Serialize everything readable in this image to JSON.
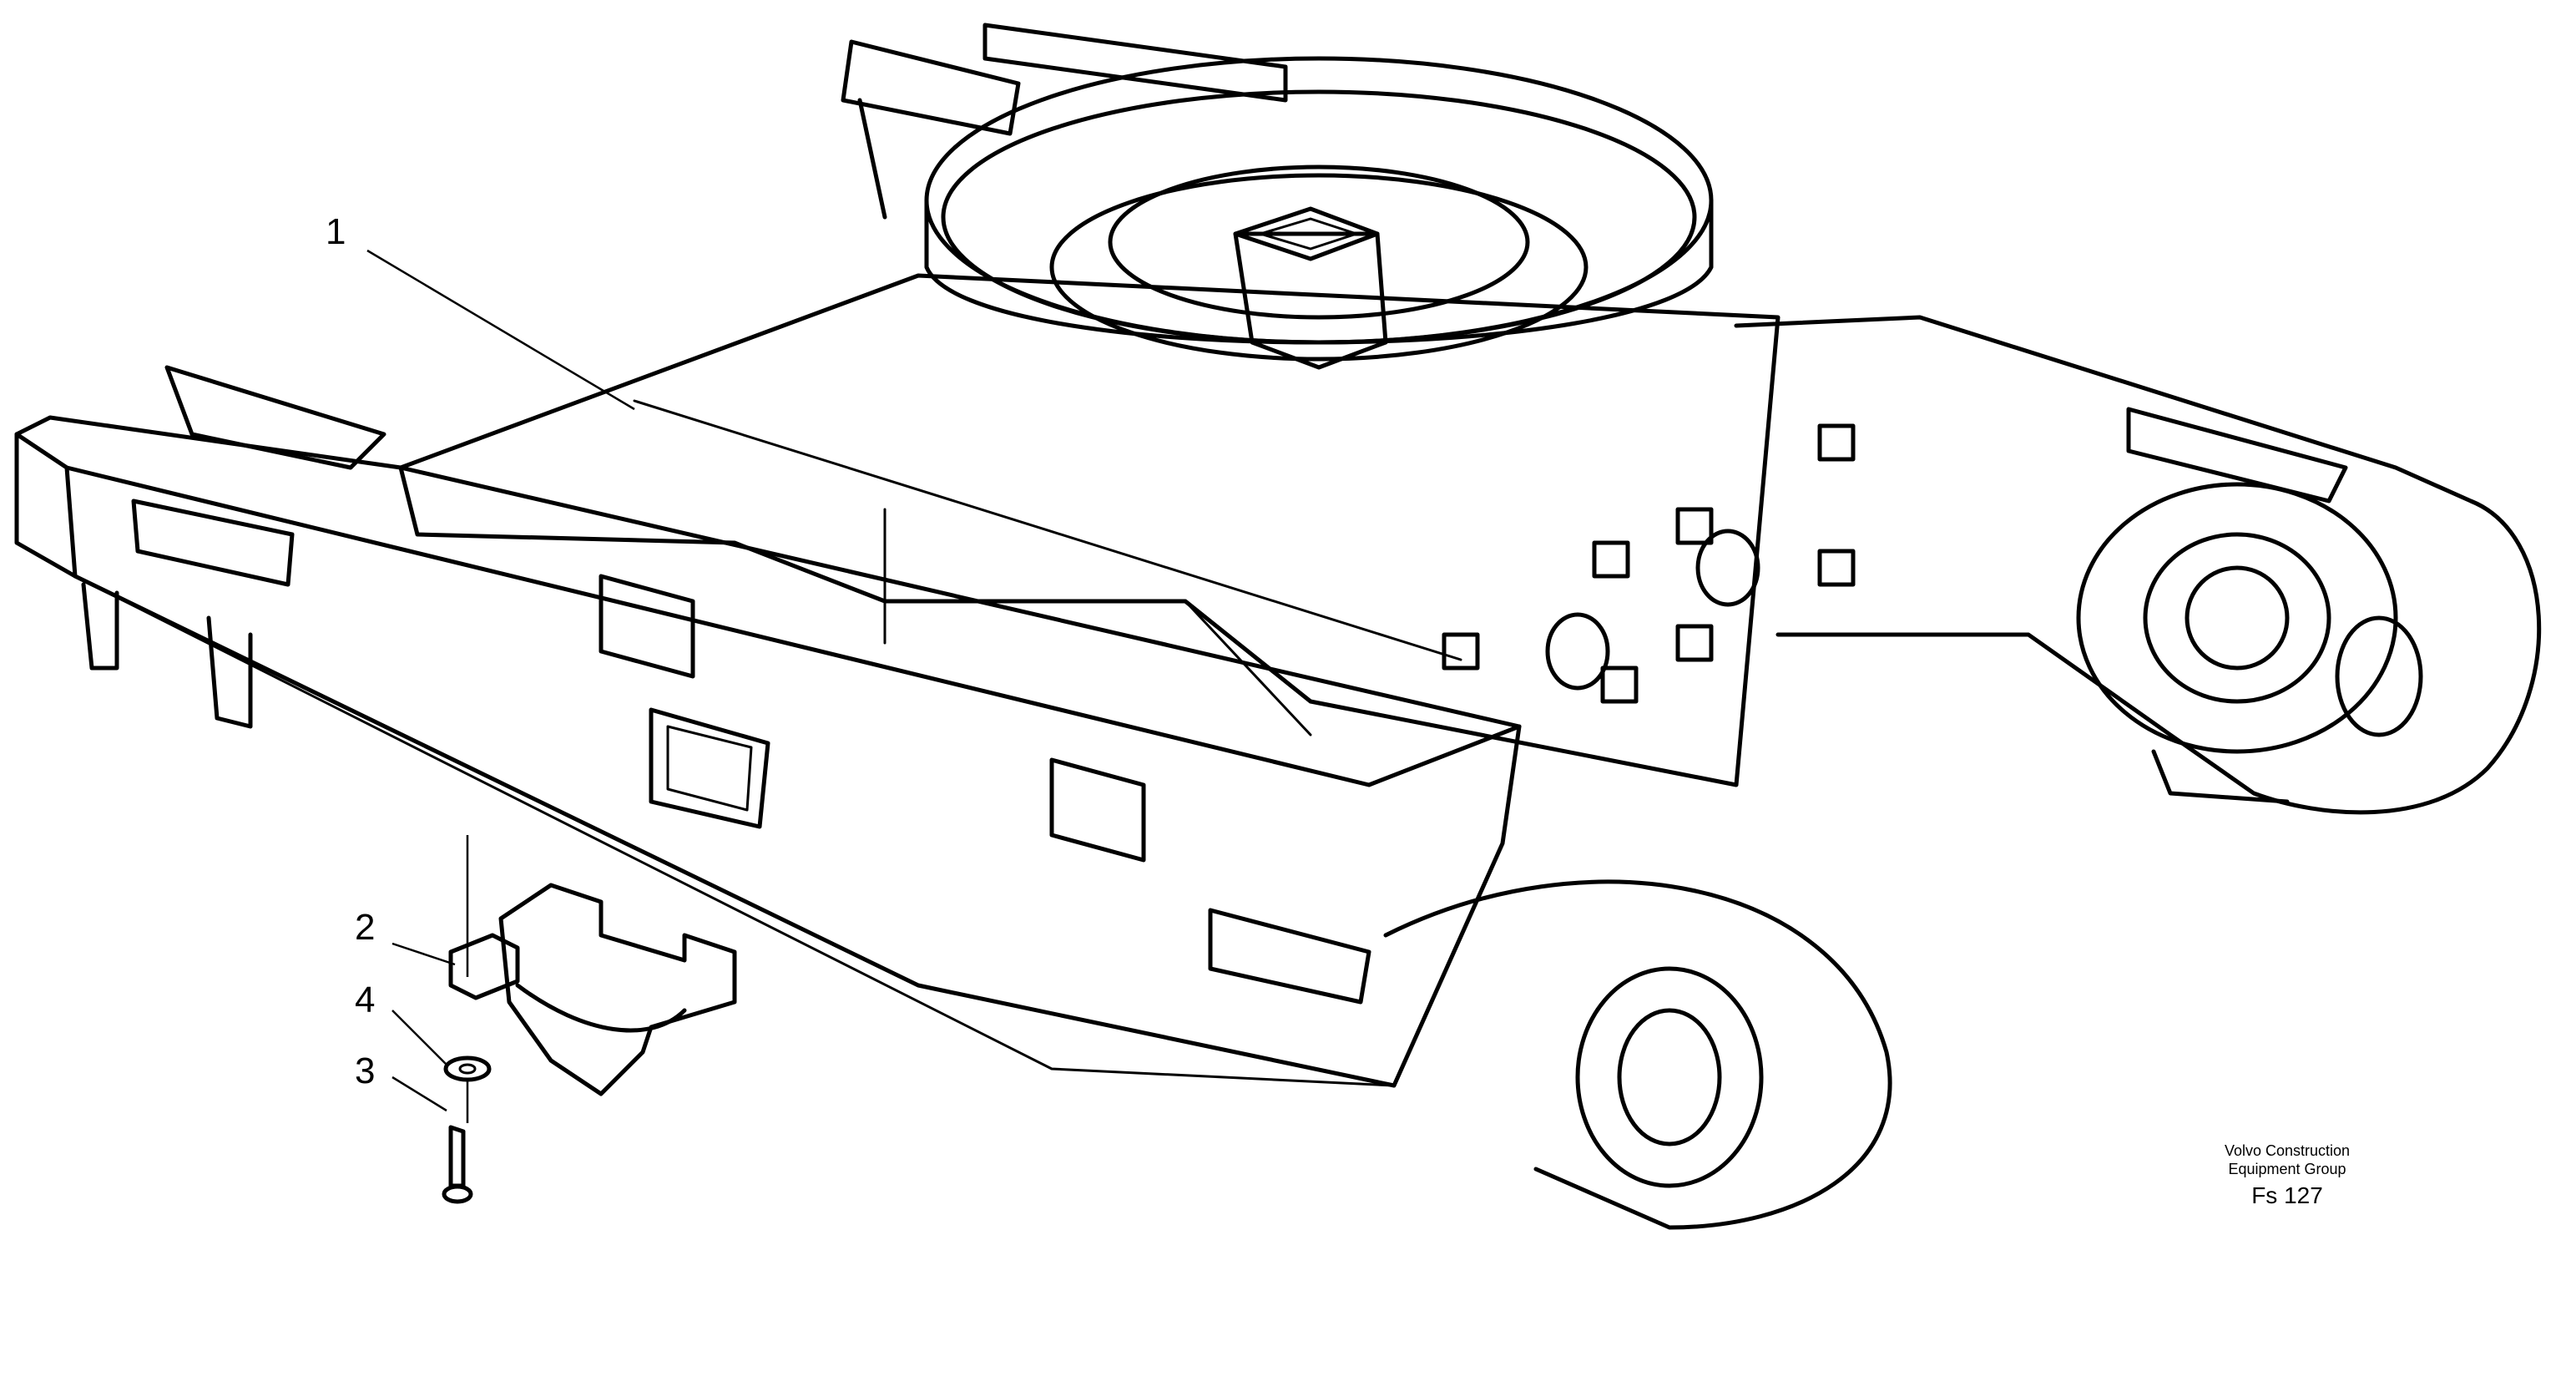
{
  "callouts": [
    {
      "id": "1",
      "label": "1"
    },
    {
      "id": "2",
      "label": "2"
    },
    {
      "id": "4",
      "label": "4"
    },
    {
      "id": "3",
      "label": "3"
    }
  ],
  "credit": {
    "line1": "Volvo Construction",
    "line2": "Equipment Group",
    "code": "Fs 127"
  }
}
